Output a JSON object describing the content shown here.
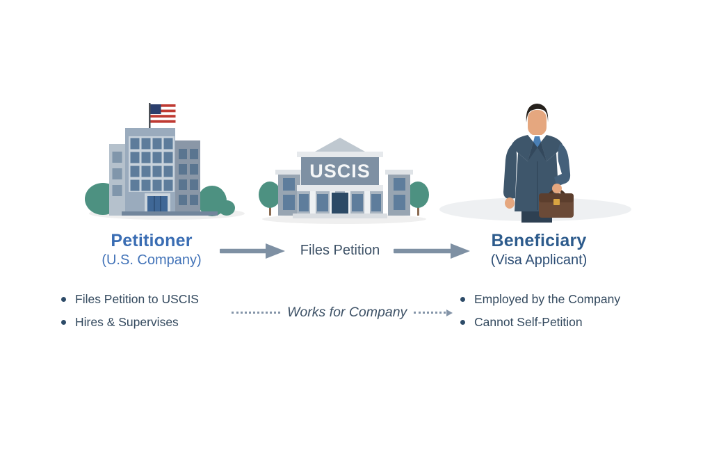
{
  "diagram": {
    "petitioner": {
      "title": "Petitioner",
      "subtitle": "(U.S. Company)",
      "icon": "us-company-building",
      "bullets": [
        "Files Petition to USCIS",
        "Hires & Supervises"
      ]
    },
    "uscis": {
      "label": "USCIS",
      "icon": "uscis-government-building"
    },
    "beneficiary": {
      "title": "Beneficiary",
      "subtitle": "(Visa Applicant)",
      "icon": "businessman-with-briefcase",
      "bullets": [
        "Employed by the Company",
        "Cannot Self-Petition"
      ]
    },
    "relations": {
      "petition_flow_label": "Files Petition",
      "employment_label": "Works for Company"
    },
    "colors": {
      "petitioner_blue": "#3a6db3",
      "beneficiary_blue": "#2d5b8c",
      "slate_text": "#3d5166",
      "arrow_gray_blue": "#7e90a3",
      "dotted_gray_blue": "#8494a8",
      "bush_green": "#4d9181",
      "building_gray": "#9aabbd",
      "window_blue": "#5d7c9b",
      "suit_navy": "#3e566b",
      "briefcase_brown": "#6b4a37"
    }
  }
}
